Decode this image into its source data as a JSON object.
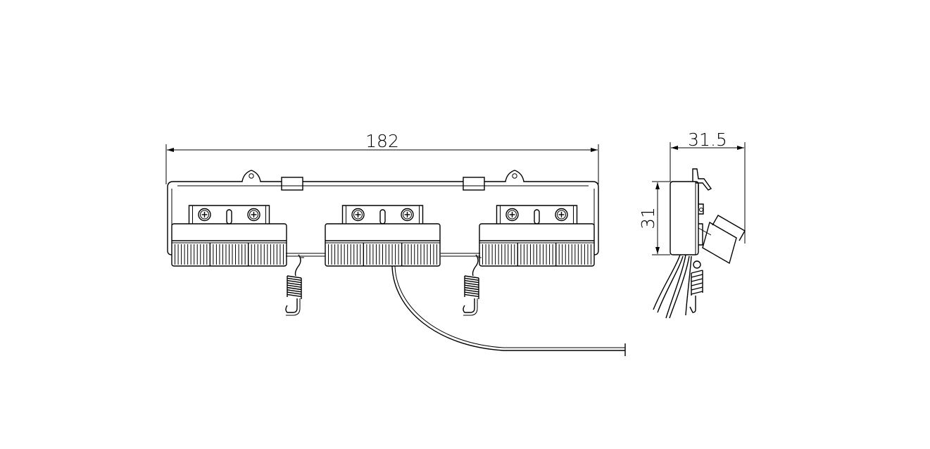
{
  "dimensions": {
    "front_width": "182",
    "side_depth": "31.5",
    "side_height": "31"
  },
  "lamp_units": 3,
  "springs": 2
}
